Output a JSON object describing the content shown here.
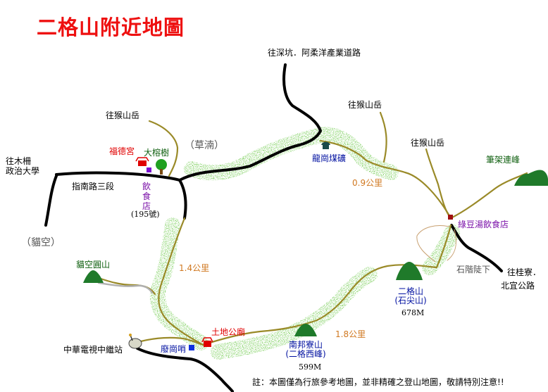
{
  "map": {
    "title": "二格山附近地圖",
    "footer_note": "註：本圖僅為行旅參考地圖，並非精確之登山地圖，敬請特別注意!!"
  },
  "labels": {
    "to_shenkeng": "往深坑．阿柔洋產業道路",
    "to_houshan_yue_left": "往猴山岳",
    "to_houshan_yue_mid": "往猴山岳",
    "to_houshan_yue_right": "往猴山岳",
    "fude_temple": "福德宮",
    "big_banyan": "大榕樹",
    "caonan": "（草湳）",
    "to_mucha_line1": "往木柵",
    "to_mucha_line2": "政治大學",
    "zhinan_road": "指南路三段",
    "restaurant_vertical": "飲食店",
    "restaurant_number": "(195號)",
    "longgang_coal": "龍崗煤礦",
    "dist_09": "0.9公里",
    "bijia_peak": "筆架連峰",
    "mao_kong": "（貓空）",
    "mao_kong_mount": "貓空圓山",
    "dist_14": "1.4公里",
    "lvdou_restaurant": "綠豆湯飲食店",
    "stairs_down": "石階陡下",
    "to_laoliao_line1": "往桂寮．",
    "to_laoliao_line2": "北宜公路",
    "erge_mount_line1": "二格山",
    "erge_mount_line2": "(石尖山)",
    "erge_height": "678M",
    "tudigong_temple": "土地公廟",
    "liugang_post": "廢崗哨",
    "dist_18": "1.8公里",
    "nanbang_line1": "南邦寮山",
    "nanbang_line2": "(二格西峰)",
    "nanbang_height": "599M",
    "cts_relay": "中華電視中繼站"
  },
  "colors": {
    "road": "#000000",
    "trail": "#9a8a28",
    "forest": "#7fd060",
    "mountain": "#1f7a2a",
    "title": "#ee1010",
    "temple": "#e00000",
    "restaurant_marker": "#7a10d0",
    "tree": "#20a020",
    "coal": "#1a4a4a",
    "post": "#1030e0",
    "side_road": "#b0b0b0"
  },
  "icons": {
    "temple": "temple-icon",
    "tree": "tree-icon",
    "restaurant": "restaurant-marker-icon",
    "coal_mine": "coal-mine-icon",
    "mountain": "mountain-icon",
    "guard_post": "guard-post-icon",
    "relay_station": "relay-station-icon"
  }
}
